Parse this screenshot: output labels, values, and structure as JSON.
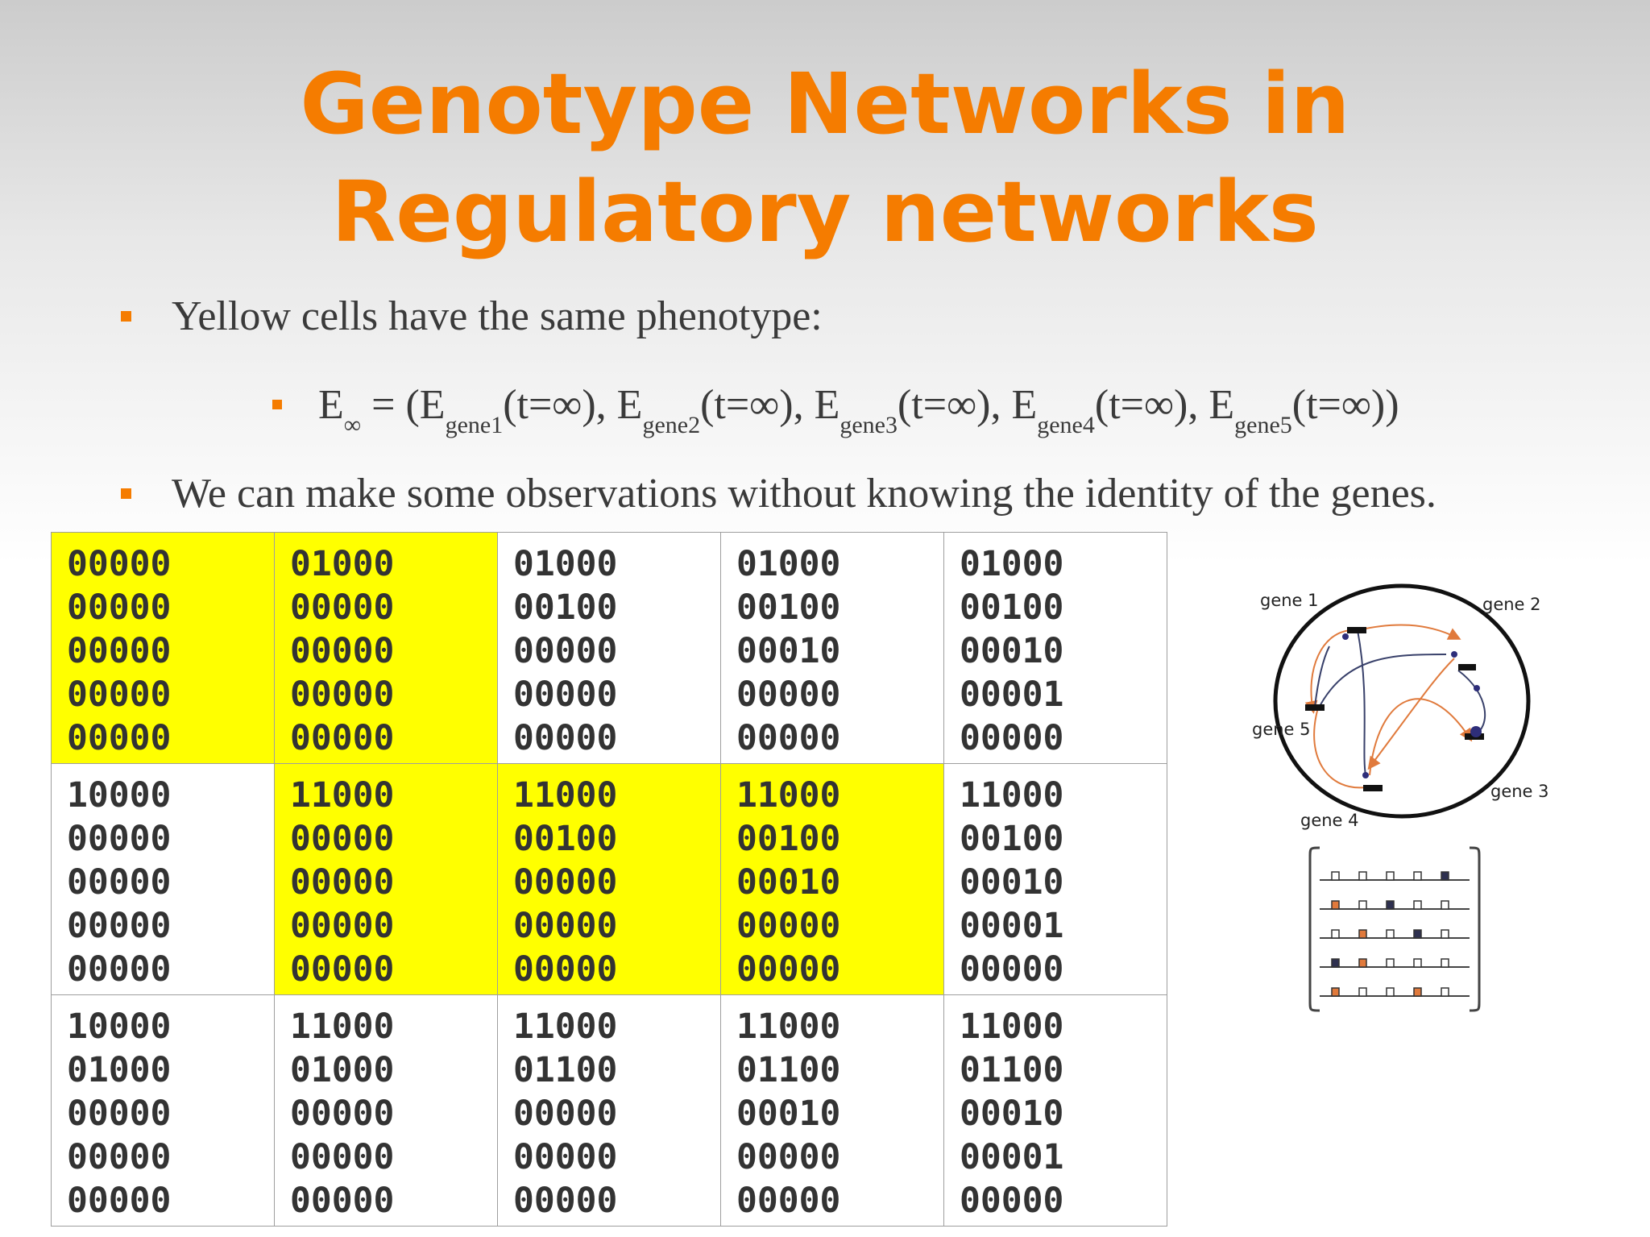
{
  "title": {
    "line1": "Genotype Networks in",
    "line2": "Regulatory networks"
  },
  "bullets": {
    "b1": "Yellow cells have the same phenotype:",
    "b2": {
      "E": "E",
      "inf": "∞",
      "eq": " = (E",
      "g1": "gene1",
      "p1": "(t=∞), E",
      "g2": "gene2",
      "p2": "(t=∞), E",
      "g3": "gene3",
      "p3": "(t=∞), E",
      "g4": "gene4",
      "p4": "(t=∞), E",
      "g5": "gene5",
      "p5": "(t=∞))"
    },
    "b3": "We can make some observations without knowing the identity of the genes."
  },
  "grid": [
    [
      {
        "highlight": true,
        "rows": [
          "00000",
          "00000",
          "00000",
          "00000",
          "00000"
        ]
      },
      {
        "highlight": true,
        "rows": [
          "01000",
          "00000",
          "00000",
          "00000",
          "00000"
        ]
      },
      {
        "highlight": false,
        "rows": [
          "01000",
          "00100",
          "00000",
          "00000",
          "00000"
        ]
      },
      {
        "highlight": false,
        "rows": [
          "01000",
          "00100",
          "00010",
          "00000",
          "00000"
        ]
      },
      {
        "highlight": false,
        "rows": [
          "01000",
          "00100",
          "00010",
          "00001",
          "00000"
        ]
      }
    ],
    [
      {
        "highlight": false,
        "rows": [
          "10000",
          "00000",
          "00000",
          "00000",
          "00000"
        ]
      },
      {
        "highlight": true,
        "rows": [
          "11000",
          "00000",
          "00000",
          "00000",
          "00000"
        ]
      },
      {
        "highlight": true,
        "rows": [
          "11000",
          "00100",
          "00000",
          "00000",
          "00000"
        ]
      },
      {
        "highlight": true,
        "rows": [
          "11000",
          "00100",
          "00010",
          "00000",
          "00000"
        ]
      },
      {
        "highlight": false,
        "rows": [
          "11000",
          "00100",
          "00010",
          "00001",
          "00000"
        ]
      }
    ],
    [
      {
        "highlight": false,
        "rows": [
          "10000",
          "01000",
          "00000",
          "00000",
          "00000"
        ]
      },
      {
        "highlight": false,
        "rows": [
          "11000",
          "01000",
          "00000",
          "00000",
          "00000"
        ]
      },
      {
        "highlight": false,
        "rows": [
          "11000",
          "01100",
          "00000",
          "00000",
          "00000"
        ]
      },
      {
        "highlight": false,
        "rows": [
          "11000",
          "01100",
          "00010",
          "00000",
          "00000"
        ]
      },
      {
        "highlight": false,
        "rows": [
          "11000",
          "01100",
          "00010",
          "00001",
          "00000"
        ]
      }
    ]
  ],
  "figure": {
    "gene_labels": [
      "gene 1",
      "gene 2",
      "gene 3",
      "gene 4",
      "gene 5"
    ],
    "colors": {
      "accent": "#f57c00",
      "highlight": "#ffff00",
      "text": "#333333"
    }
  }
}
